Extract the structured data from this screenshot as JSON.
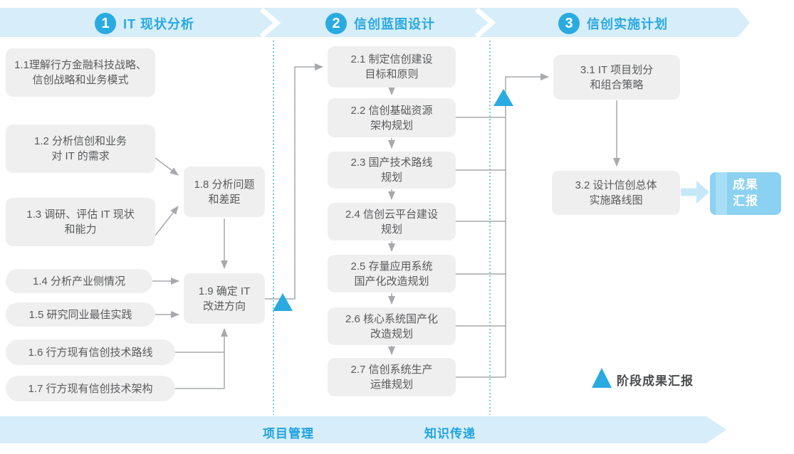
{
  "colors": {
    "accent_blue": "#29ABE2",
    "banner_bg": "#D7EDFA",
    "box_bg": "#EFEFEF",
    "box_text": "#595A5C",
    "connector_gray": "#A7A9AC",
    "result_box_bg": "#8BD1F1",
    "dotted_divider": "#53BEEA"
  },
  "phases": [
    {
      "number": "1",
      "title": "IT 现状分析"
    },
    {
      "number": "2",
      "title": "信创蓝图设计"
    },
    {
      "number": "3",
      "title": "信创实施计划"
    }
  ],
  "phase1": {
    "b11": {
      "line1": "1.1理解行方金融科技战略、",
      "line2": "信创战略和业务模式"
    },
    "b12": {
      "line1": "1.2 分析信创和业务",
      "line2": "对 IT 的需求"
    },
    "b13": {
      "line1": "1.3 调研、评估 IT 现状",
      "line2": "和能力"
    },
    "b14": {
      "line1": "1.4 分析产业侧情况"
    },
    "b15": {
      "line1": "1.5 研究同业最佳实践"
    },
    "b16": {
      "line1": "1.6 行方现有信创技术路线"
    },
    "b17": {
      "line1": "1.7 行方现有信创技术架构"
    },
    "b18": {
      "line1": "1.8 分析问题",
      "line2": "和差距"
    },
    "b19": {
      "line1": "1.9 确定 IT",
      "line2": "改进方向"
    }
  },
  "phase2": {
    "b21": {
      "line1": "2.1 制定信创建设",
      "line2": "目标和原则"
    },
    "b22": {
      "line1": "2.2 信创基础资源",
      "line2": "架构规划"
    },
    "b23": {
      "line1": "2.3 国产技术路线",
      "line2": "规划"
    },
    "b24": {
      "line1": "2.4 信创云平台建设",
      "line2": "规划"
    },
    "b25": {
      "line1": "2.5 存量应用系统",
      "line2": "国产化改造规划"
    },
    "b26": {
      "line1": "2.6 核心系统国产化",
      "line2": "改造规划"
    },
    "b27": {
      "line1": "2.7 信创系统生产",
      "line2": "运维规划"
    }
  },
  "phase3": {
    "b31": {
      "line1": "3.1 IT 项目划分",
      "line2": "和组合策略"
    },
    "b32": {
      "line1": "3.2 设计信创总体",
      "line2": "实施路线图"
    }
  },
  "result_box": {
    "line1": "成果",
    "line2": "汇报"
  },
  "legend": {
    "label": "阶段成果汇报"
  },
  "footer": {
    "left_label": "项目管理",
    "right_label": "知识传递"
  }
}
